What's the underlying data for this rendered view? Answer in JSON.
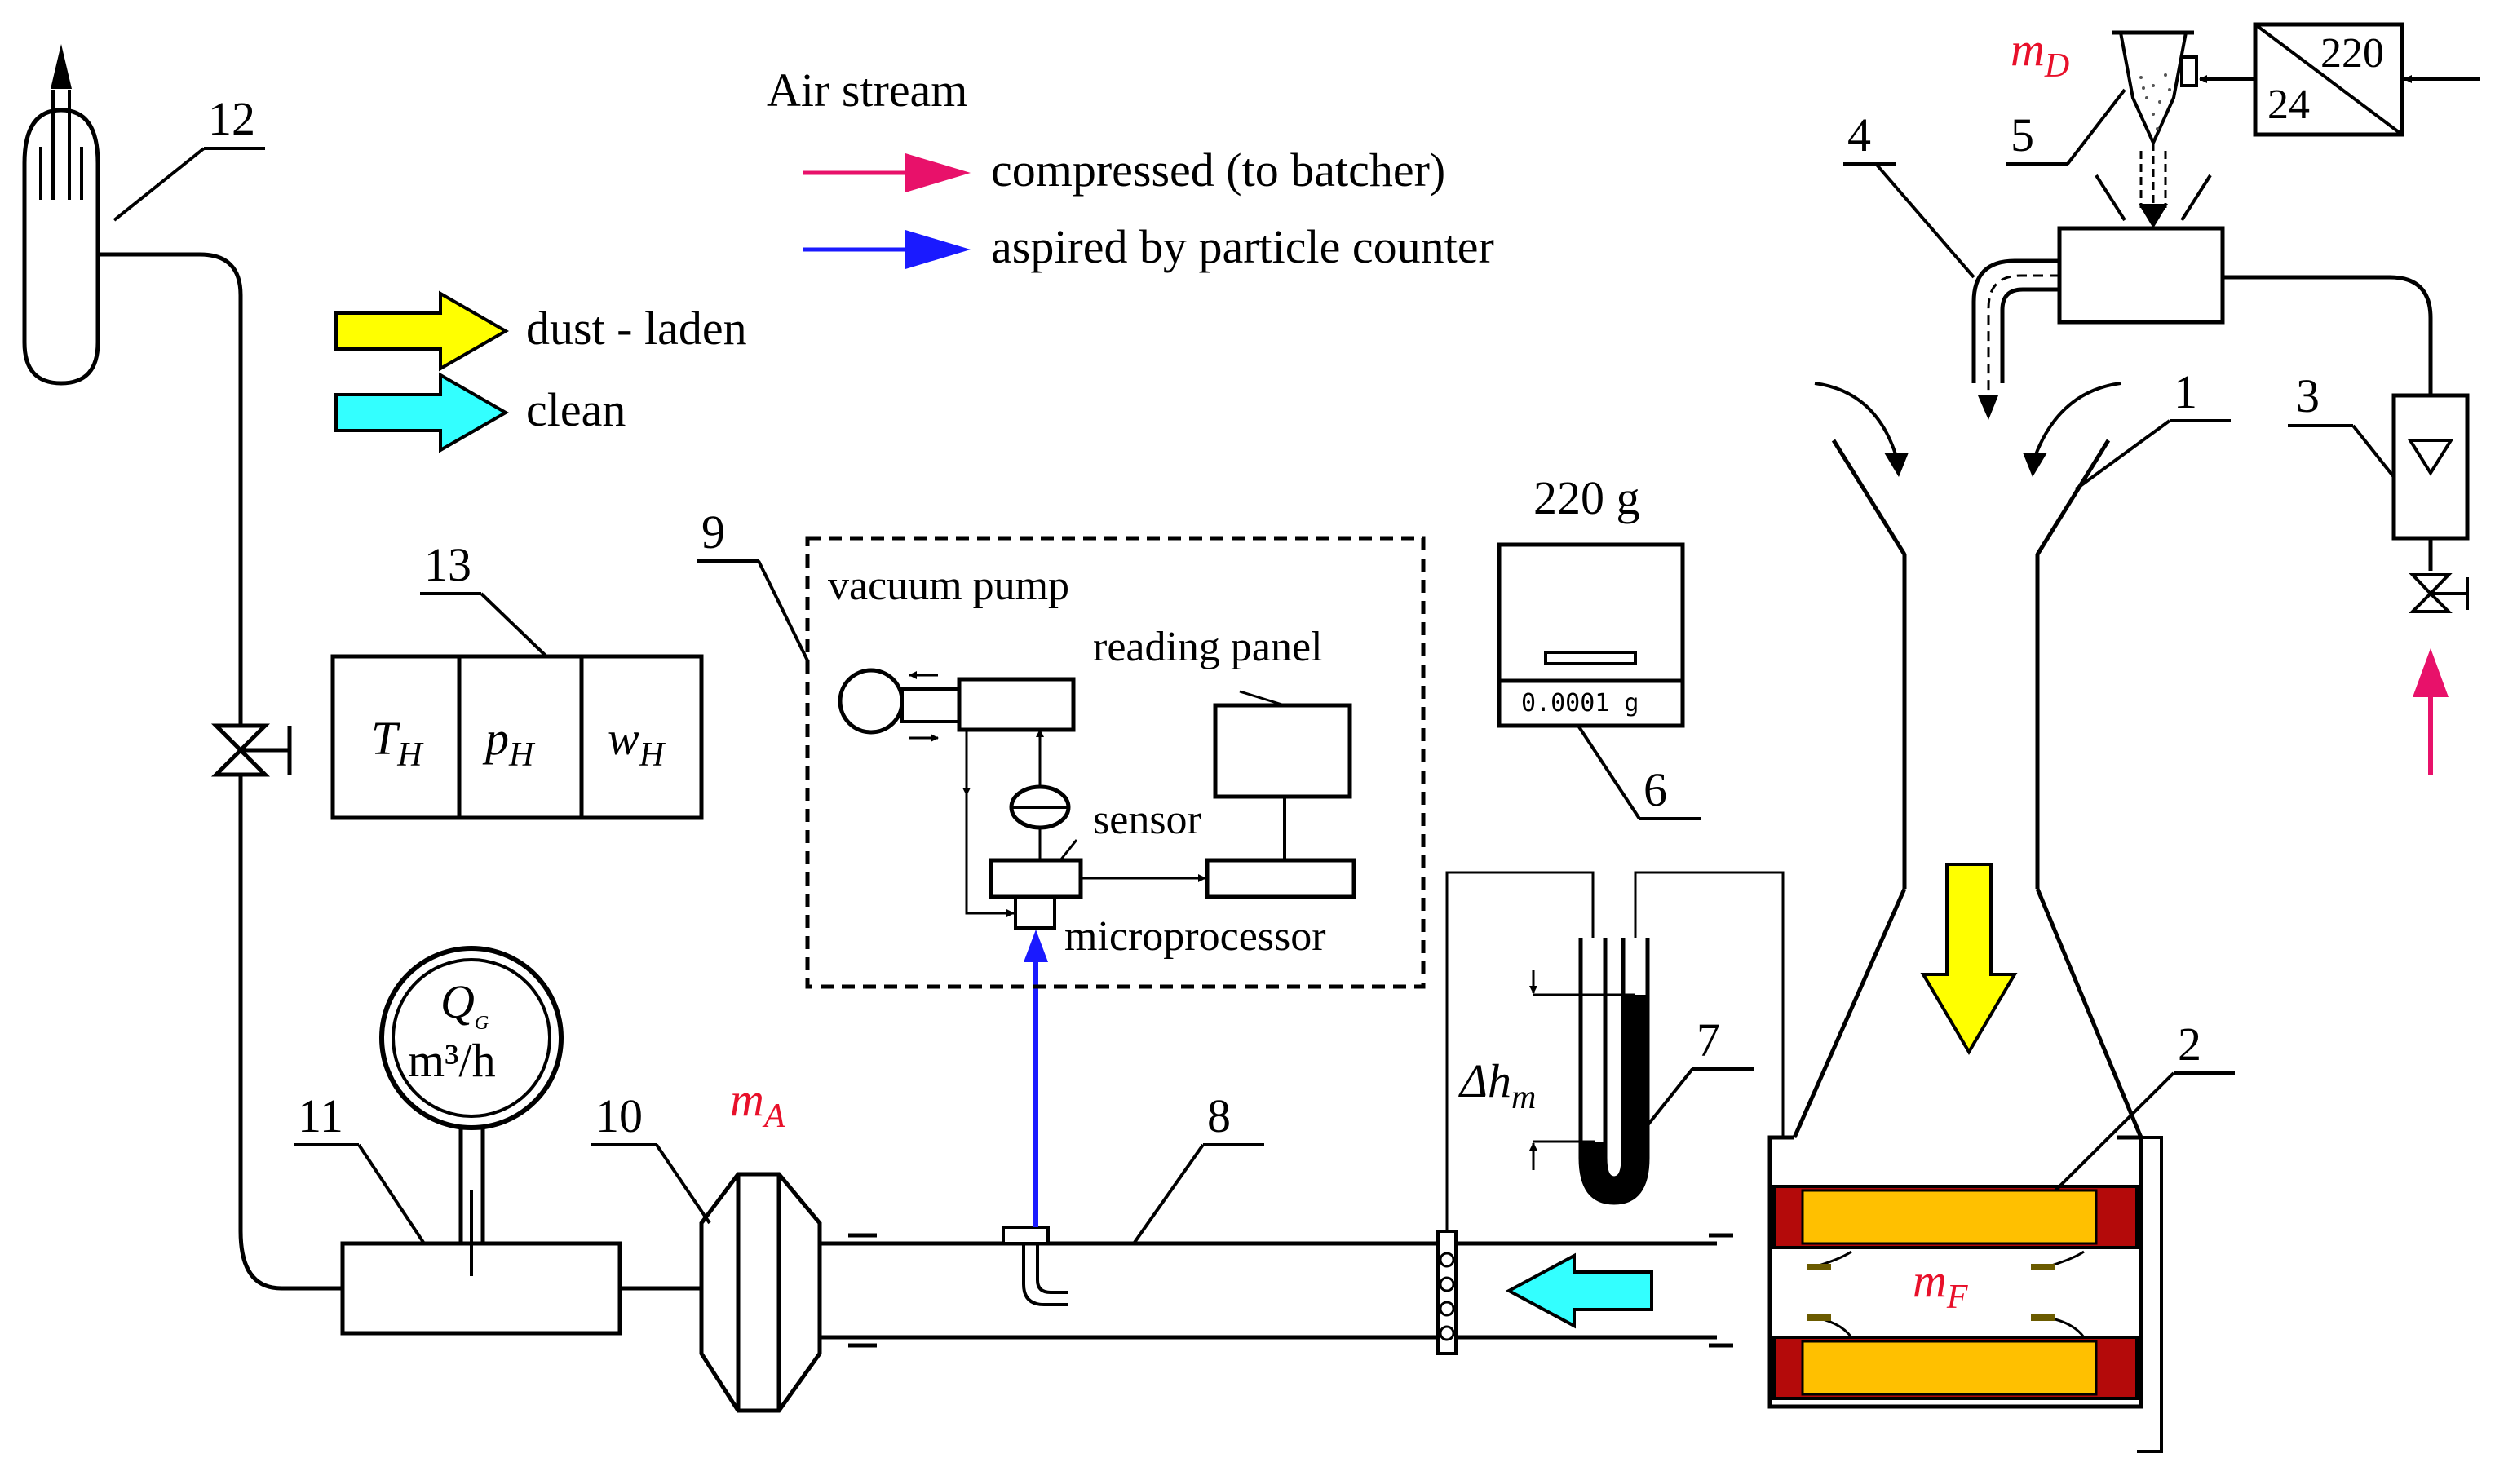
{
  "legend": {
    "title": "Air stream",
    "compressed": "compressed (to batcher)",
    "aspired": "aspired by particle counter",
    "dust_laden": "dust - laden",
    "clean": "clean"
  },
  "colors": {
    "compressed": "#e8116a",
    "aspired": "#1a1aff",
    "dust_laden": "#ffff00",
    "clean": "#33ffff",
    "filter_fill": "#ffc000",
    "filter_seal": "#b40a0a",
    "mass_label": "#e8102a"
  },
  "numbers": {
    "n1": "1",
    "n2": "2",
    "n3": "3",
    "n4": "4",
    "n5": "5",
    "n6": "6",
    "n7": "7",
    "n8": "8",
    "n9": "9",
    "n10": "10",
    "n11": "11",
    "n12": "12",
    "n13": "13"
  },
  "labels": {
    "vacuum_pump": "vacuum pump",
    "reading_panel": "reading panel",
    "sensor": "sensor",
    "microprocessor": "microprocessor",
    "balance_mass": "220 g",
    "balance_readout": "0.0001 g",
    "flow_unit": "m³/h",
    "dh": "Δh",
    "transformer_in": "220",
    "transformer_out": "24"
  },
  "symbols": {
    "qg": "Q",
    "qg_sub": "G",
    "th": "T",
    "th_sub": "H",
    "ph": "p",
    "ph_sub": "H",
    "wh": "w",
    "wh_sub": "H",
    "dh_sub": "m",
    "md": "m",
    "md_sub": "D",
    "ma": "m",
    "ma_sub": "A",
    "mf": "m",
    "mf_sub": "F"
  }
}
